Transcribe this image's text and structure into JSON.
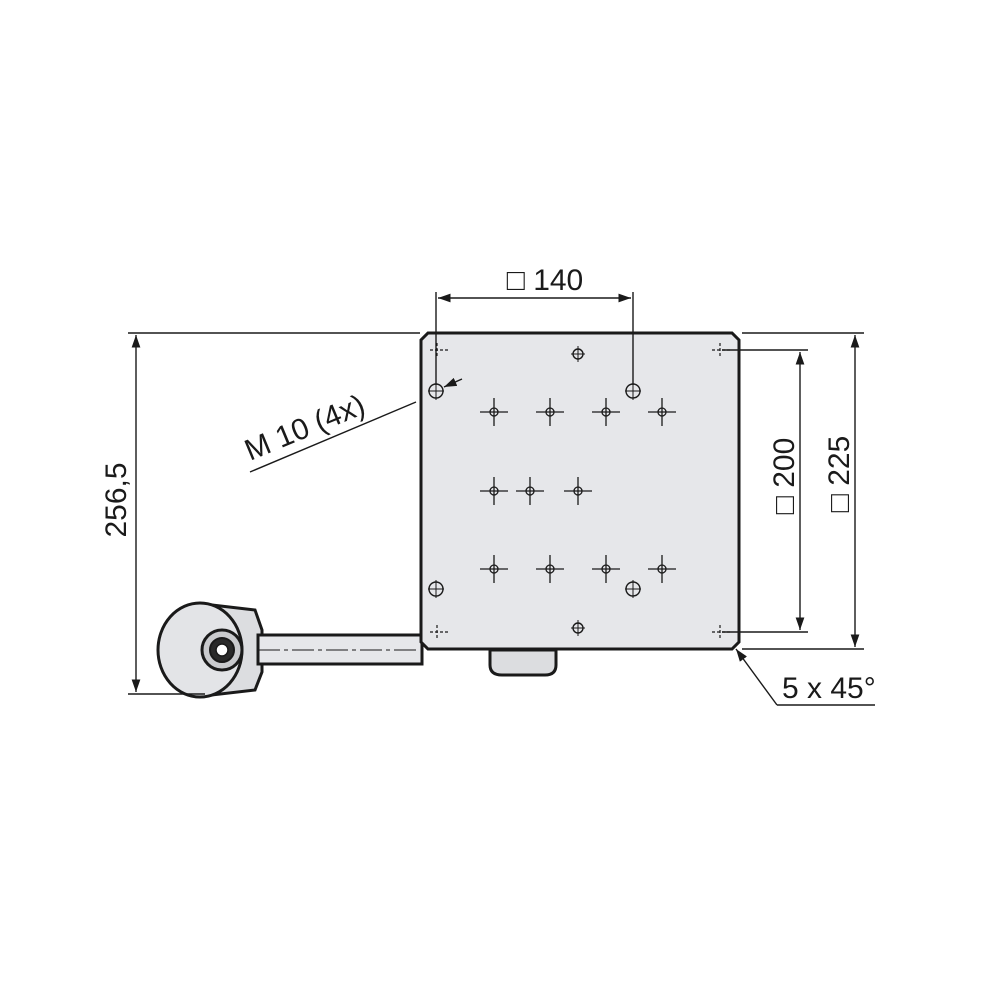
{
  "labels": {
    "width_140": "□ 140",
    "thread": "M 10 (4x)",
    "height_total": "256,5",
    "size_200": "□ 200",
    "size_225": "□ 225",
    "chamfer": "5 x 45°"
  },
  "colors": {
    "plate_fill": "#e6e7ea",
    "line": "#1a1a1a",
    "knob_fill": "#e3e4e7"
  },
  "icons": {
    "mounting_hole": "crosshair-hole-icon",
    "thread_hole": "threaded-hole-icon"
  }
}
